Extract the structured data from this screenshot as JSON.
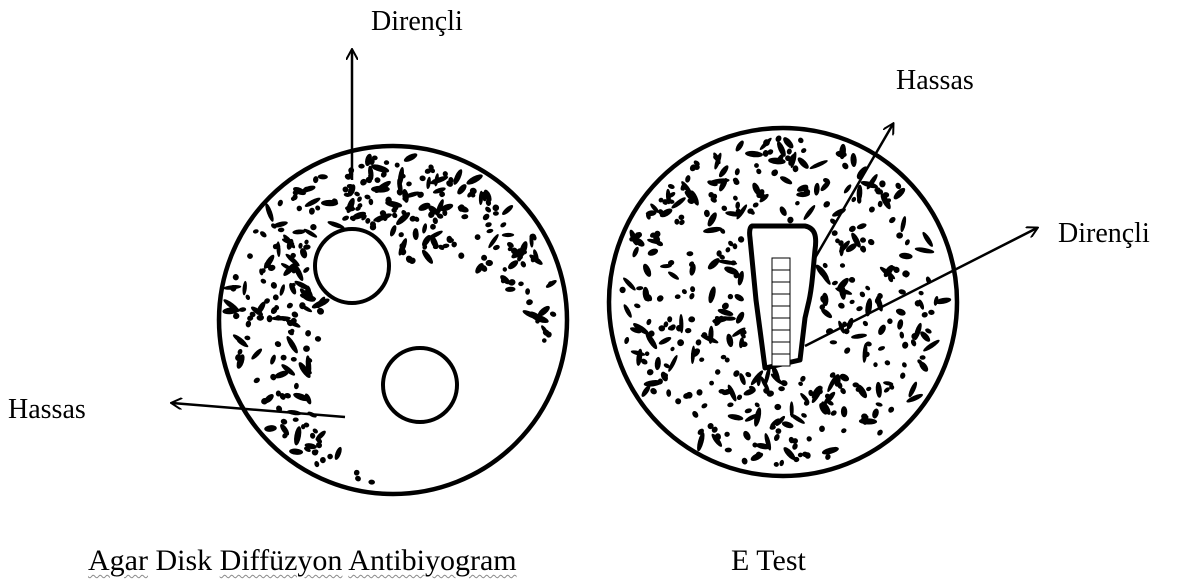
{
  "disk_plate": {
    "resistant_label": "Dirençli",
    "sensitive_label": "Hassas",
    "caption_words": [
      "Agar",
      "Disk",
      "Diffüzyon",
      "Antibiyogram"
    ]
  },
  "etest_plate": {
    "sensitive_label": "Hassas",
    "resistant_label": "Dirençli",
    "caption": "E Test"
  }
}
